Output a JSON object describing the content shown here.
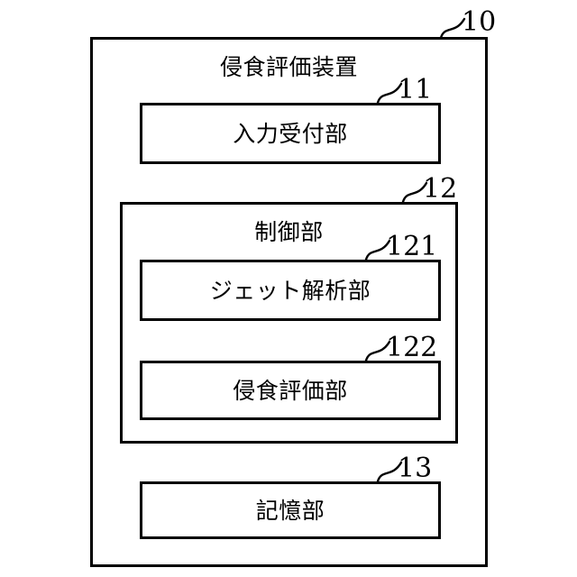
{
  "figure": {
    "type": "patent-block-diagram",
    "language": "ja",
    "device": {
      "ref": "10",
      "title": "侵食評価装置",
      "blocks": [
        {
          "ref": "11",
          "title": "入力受付部"
        },
        {
          "ref": "12",
          "title": "制御部",
          "blocks": [
            {
              "ref": "121",
              "title": "ジェット解析部"
            },
            {
              "ref": "122",
              "title": "侵食評価部"
            }
          ]
        },
        {
          "ref": "13",
          "title": "記憶部"
        }
      ]
    },
    "colors": {
      "stroke": "#000000",
      "fill": "#ffffff"
    }
  }
}
